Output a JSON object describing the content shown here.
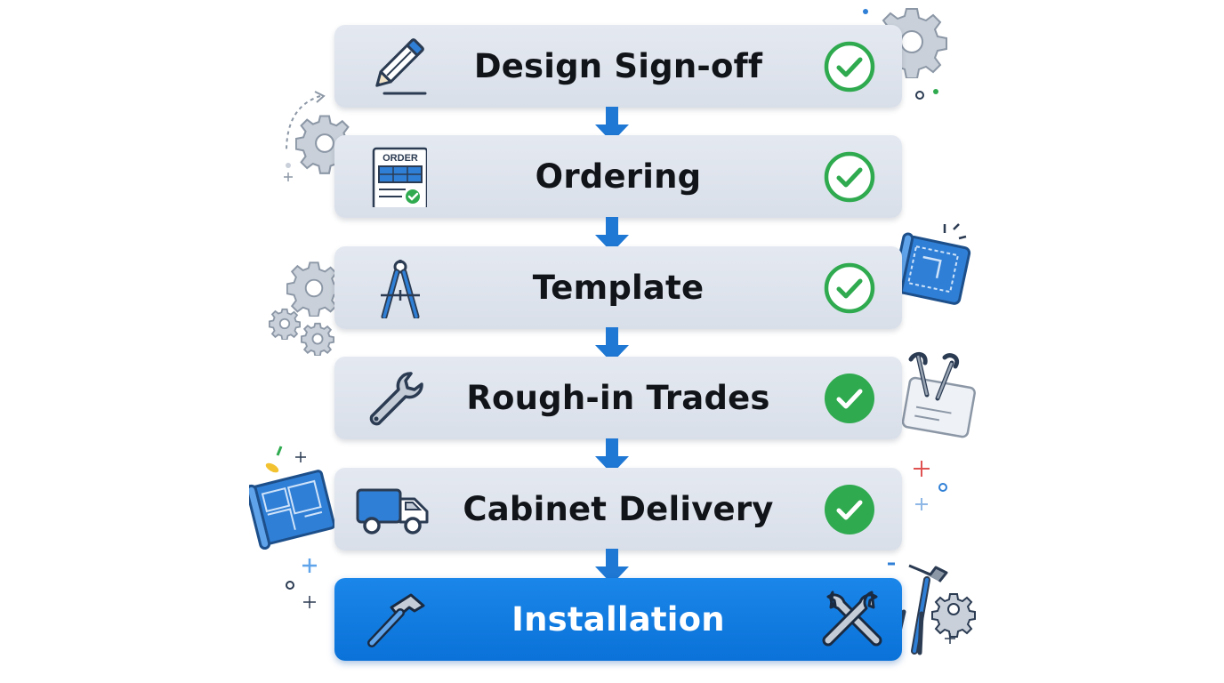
{
  "steps": [
    {
      "label": "Design Sign-off",
      "icon": "pencil-icon",
      "status": "complete",
      "status_style": "outline"
    },
    {
      "label": "Ordering",
      "icon": "order-form-icon",
      "icon_text": "ORDER",
      "status": "complete",
      "status_style": "outline"
    },
    {
      "label": "Template",
      "icon": "drafting-compass-icon",
      "status": "complete",
      "status_style": "outline"
    },
    {
      "label": "Rough-in Trades",
      "icon": "wrench-icon",
      "status": "complete",
      "status_style": "filled"
    },
    {
      "label": "Cabinet Delivery",
      "icon": "delivery-truck-icon",
      "status": "complete",
      "status_style": "filled"
    },
    {
      "label": "Installation",
      "icon": "hammer-icon",
      "status": "current",
      "right_icon": "crossed-tools-icon"
    }
  ],
  "colors": {
    "accent": "#0a72d8",
    "check_green": "#2faa4f",
    "card_bg": "#dfe4ec",
    "icon_blue": "#2f7fd6",
    "icon_stroke": "#2b3b52"
  }
}
